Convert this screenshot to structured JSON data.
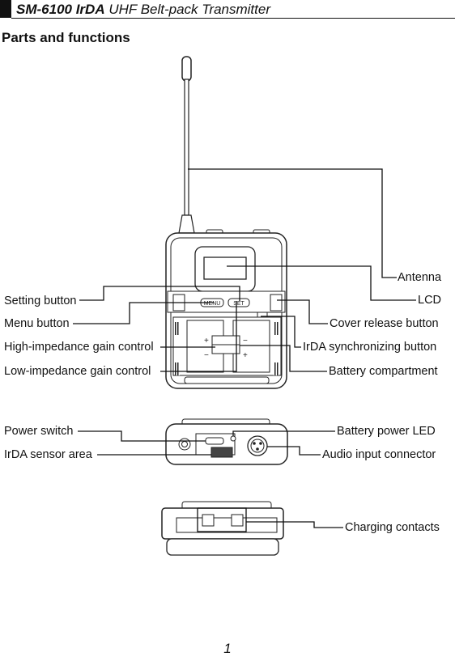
{
  "header": {
    "model": "SM-6100 IrDA",
    "title": "UHF Belt-pack Transmitter"
  },
  "section_title": "Parts and functions",
  "labels": {
    "antenna": "Antenna",
    "lcd": "LCD",
    "setting_button": "Setting button",
    "menu_button": "Menu button",
    "high_gain": "High-impedance gain control",
    "low_gain": "Low-impedance gain control",
    "cover_release": "Cover release button",
    "irda_sync": "IrDA synchronizing button",
    "battery_compartment": "Battery compartment",
    "power_switch": "Power switch",
    "irda_sensor": "IrDA sensor area",
    "battery_led": "Battery power LED",
    "audio_input": "Audio input connector",
    "charging_contacts": "Charging contacts"
  },
  "device_text": {
    "menu": "MENU",
    "set": "SET"
  },
  "page_number": "1"
}
